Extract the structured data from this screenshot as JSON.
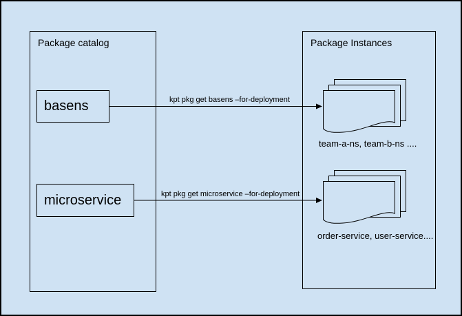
{
  "colors": {
    "canvas_bg": "#cfe2f3",
    "line": "#000000"
  },
  "left_panel": {
    "title": "Package catalog",
    "nodes": [
      {
        "label": "basens"
      },
      {
        "label": "microservice"
      }
    ]
  },
  "right_panel": {
    "title": "Package Instances",
    "stacks": [
      {
        "icon": "document-stack-icon",
        "caption": "team-a-ns, team-b-ns ...."
      },
      {
        "icon": "document-stack-icon",
        "caption": "order-service, user-service...."
      }
    ]
  },
  "arrows": [
    {
      "label": "kpt pkg get basens –for-deployment"
    },
    {
      "label": "kpt pkg get microservice –for-deployment"
    }
  ]
}
